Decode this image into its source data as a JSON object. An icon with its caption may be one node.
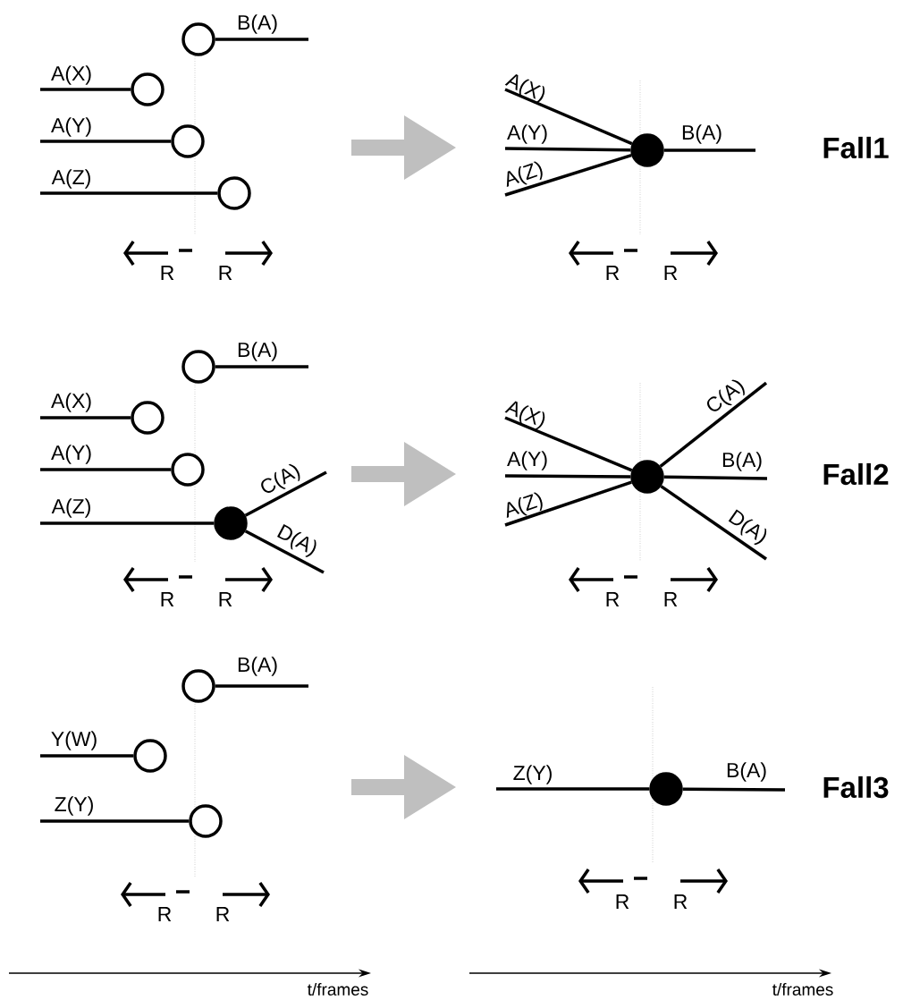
{
  "diagram": {
    "nodes": [
      {
        "text": [],
        "shape": "circle"
      },
      {
        "text": [],
        "shape": "circle"
      },
      {
        "text": [],
        "shape": "circle"
      },
      {
        "text": [],
        "shape": "circle"
      },
      {
        "text": [],
        "shape": "dot"
      },
      {
        "text": [],
        "shape": "circle"
      },
      {
        "text": [],
        "shape": "circle"
      },
      {
        "text": [],
        "shape": "circle"
      },
      {
        "text": [],
        "shape": "dot"
      },
      {
        "text": [],
        "shape": "dot"
      },
      {
        "text": [],
        "shape": "circle"
      },
      {
        "text": [],
        "shape": "circle"
      },
      {
        "text": [],
        "shape": "circle"
      },
      {
        "text": [],
        "shape": "dot"
      }
    ],
    "edges": [
      {
        "from": 0,
        "to": null,
        "arrow": "none",
        "label": "B(A)"
      },
      {
        "from": null,
        "to": 1,
        "arrow": "none",
        "label": "A(X)"
      },
      {
        "from": null,
        "to": 2,
        "arrow": "none",
        "label": "A(Y)"
      },
      {
        "from": null,
        "to": 3,
        "arrow": "none",
        "label": "A(Z)"
      },
      {
        "from": null,
        "to": 4,
        "arrow": "none",
        "label": "A(X)"
      },
      {
        "from": null,
        "to": 4,
        "arrow": "none",
        "label": "A(Y)"
      },
      {
        "from": null,
        "to": 4,
        "arrow": "none",
        "label": "A(Z)"
      },
      {
        "from": 4,
        "to": null,
        "arrow": "none",
        "label": "B(A)"
      },
      {
        "from": 5,
        "to": null,
        "arrow": "none",
        "label": "B(A)"
      },
      {
        "from": null,
        "to": 6,
        "arrow": "none",
        "label": "A(X)"
      },
      {
        "from": null,
        "to": 7,
        "arrow": "none",
        "label": "A(Y)"
      },
      {
        "from": null,
        "to": 8,
        "arrow": "none",
        "label": "A(Z)"
      },
      {
        "from": 8,
        "to": null,
        "arrow": "none",
        "label": "C(A)"
      },
      {
        "from": 8,
        "to": null,
        "arrow": "none",
        "label": "D(A)"
      },
      {
        "from": null,
        "to": 9,
        "arrow": "none",
        "label": "A(X)"
      },
      {
        "from": null,
        "to": 9,
        "arrow": "none",
        "label": "A(Y)"
      },
      {
        "from": null,
        "to": 9,
        "arrow": "none",
        "label": "A(Z)"
      },
      {
        "from": 9,
        "to": null,
        "arrow": "none",
        "label": "C(A)"
      },
      {
        "from": 9,
        "to": null,
        "arrow": "none",
        "label": "B(A)"
      },
      {
        "from": 9,
        "to": null,
        "arrow": "none",
        "label": "D(A)"
      },
      {
        "from": 10,
        "to": null,
        "arrow": "none",
        "label": "B(A)"
      },
      {
        "from": null,
        "to": 11,
        "arrow": "none",
        "label": "Y(W)"
      },
      {
        "from": null,
        "to": 12,
        "arrow": "none",
        "label": "Z(Y)"
      },
      {
        "from": null,
        "to": 13,
        "arrow": "none",
        "label": "Z(Y)"
      },
      {
        "from": 13,
        "to": null,
        "arrow": "none",
        "label": "B(A)"
      }
    ],
    "labels": [
      "R",
      "R",
      "R",
      "R",
      "Fall1",
      "R",
      "R",
      "R",
      "R",
      "Fall2",
      "R",
      "R",
      "R",
      "R",
      "Fall3",
      "t/frames",
      "t/frames"
    ]
  }
}
